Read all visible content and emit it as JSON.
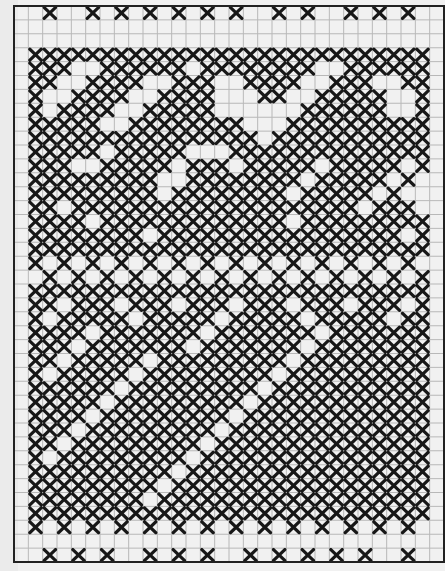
{
  "pattern": {
    "kind": "cross-stitch chart",
    "colors": {
      "paper": "#f1f1f1",
      "grid": "#b8b8b8",
      "stitch": "#171717"
    },
    "stitch_symbol": "cross-stitch-x",
    "grid": {
      "columns": 30,
      "rows": 40
    },
    "border_rows": [
      {
        "row": 0,
        "stitched_columns": [
          2,
          5,
          7,
          9,
          11,
          13,
          15,
          18,
          20,
          23,
          25,
          27
        ]
      },
      {
        "row": 39,
        "stitched_columns": [
          2,
          4,
          6,
          9,
          11,
          13,
          16,
          18,
          20,
          22,
          24,
          27
        ]
      }
    ],
    "motif_rows": [
      {
        "row": 3,
        "stitched_columns": [
          1,
          2,
          3,
          4,
          5,
          6,
          7,
          8,
          9,
          10,
          11,
          12,
          13,
          14,
          15,
          16,
          17,
          18,
          19,
          20,
          21,
          22,
          23,
          24,
          25,
          26,
          27,
          28
        ]
      },
      {
        "row": 4,
        "stitched_columns": [
          1,
          2,
          3,
          6,
          7,
          8,
          9,
          10,
          11,
          13,
          14,
          15,
          16,
          17,
          18,
          19,
          20,
          23,
          24,
          25,
          26,
          27,
          28
        ]
      },
      {
        "row": 5,
        "stitched_columns": [
          1,
          2,
          5,
          6,
          7,
          8,
          11,
          12,
          13,
          16,
          17,
          18,
          19,
          22,
          23,
          24,
          27,
          28
        ]
      },
      {
        "row": 6,
        "stitched_columns": [
          1,
          4,
          5,
          6,
          7,
          10,
          11,
          12,
          13,
          17,
          18,
          21,
          22,
          23,
          24,
          25,
          28
        ]
      },
      {
        "row": 7,
        "stitched_columns": [
          1,
          3,
          4,
          5,
          6,
          9,
          10,
          11,
          12,
          13,
          20,
          21,
          22,
          23,
          24,
          25,
          28
        ]
      },
      {
        "row": 8,
        "stitched_columns": [
          1,
          2,
          3,
          4,
          5,
          8,
          9,
          10,
          11,
          12,
          13,
          14,
          15,
          19,
          20,
          21,
          22,
          23,
          24,
          25,
          26,
          27,
          28
        ]
      },
      {
        "row": 9,
        "stitched_columns": [
          1,
          2,
          3,
          4,
          5,
          6,
          7,
          8,
          9,
          10,
          11,
          12,
          13,
          14,
          15,
          16,
          18,
          19,
          20,
          21,
          22,
          23,
          24,
          25,
          26,
          27,
          28
        ]
      },
      {
        "row": 10,
        "stitched_columns": [
          1,
          2,
          3,
          4,
          5,
          7,
          8,
          9,
          10,
          11,
          15,
          16,
          17,
          18,
          19,
          20,
          21,
          22,
          23,
          24,
          25,
          26,
          27,
          28
        ]
      },
      {
        "row": 11,
        "stitched_columns": [
          1,
          2,
          3,
          6,
          7,
          8,
          9,
          10,
          12,
          13,
          14,
          16,
          17,
          18,
          19,
          20,
          22,
          23,
          24,
          25,
          26,
          28
        ]
      },
      {
        "row": 12,
        "stitched_columns": [
          1,
          2,
          3,
          4,
          5,
          6,
          7,
          8,
          9,
          12,
          13,
          14,
          15,
          16,
          17,
          18,
          19,
          21,
          22,
          23,
          24,
          25,
          27
        ]
      },
      {
        "row": 13,
        "stitched_columns": [
          1,
          2,
          3,
          4,
          5,
          6,
          7,
          8,
          9,
          11,
          12,
          13,
          14,
          15,
          16,
          17,
          18,
          20,
          21,
          22,
          23,
          24,
          26
        ]
      },
      {
        "row": 14,
        "stitched_columns": [
          1,
          2,
          4,
          5,
          6,
          7,
          8,
          9,
          10,
          11,
          12,
          13,
          14,
          15,
          16,
          17,
          18,
          19,
          20,
          21,
          22,
          23,
          25,
          26,
          27
        ]
      },
      {
        "row": 15,
        "stitched_columns": [
          1,
          2,
          3,
          4,
          6,
          7,
          8,
          9,
          10,
          11,
          12,
          13,
          14,
          15,
          16,
          17,
          18,
          20,
          21,
          22,
          23,
          24,
          25,
          26,
          27,
          28
        ]
      },
      {
        "row": 16,
        "stitched_columns": [
          1,
          2,
          3,
          4,
          5,
          6,
          7,
          8,
          10,
          11,
          12,
          13,
          14,
          15,
          16,
          17,
          18,
          19,
          20,
          21,
          22,
          23,
          24,
          25,
          26,
          28
        ]
      },
      {
        "row": 17,
        "stitched_columns": [
          1,
          2,
          3,
          4,
          5,
          6,
          7,
          8,
          9,
          10,
          11,
          12,
          13,
          14,
          15,
          16,
          17,
          18,
          19,
          20,
          21,
          22,
          23,
          24,
          25,
          26,
          27,
          28
        ]
      },
      {
        "row": 18,
        "stitched_columns": [
          1,
          3,
          5,
          7,
          9,
          11,
          13,
          15,
          17,
          19,
          21,
          23,
          25,
          27
        ]
      },
      {
        "row": 19,
        "stitched_columns": [
          2,
          4,
          6,
          8,
          10,
          12,
          14,
          16,
          18,
          20,
          22,
          24,
          26,
          28
        ]
      },
      {
        "row": 20,
        "stitched_columns": [
          1,
          2,
          3,
          4,
          5,
          6,
          7,
          8,
          9,
          10,
          11,
          12,
          13,
          14,
          15,
          16,
          17,
          18,
          19,
          20,
          21,
          22,
          23,
          24,
          25,
          26,
          27,
          28
        ]
      },
      {
        "row": 21,
        "stitched_columns": [
          1,
          2,
          4,
          5,
          6,
          8,
          9,
          10,
          12,
          13,
          14,
          16,
          17,
          18,
          20,
          21,
          22,
          24,
          25,
          26,
          28
        ]
      },
      {
        "row": 22,
        "stitched_columns": [
          1,
          3,
          4,
          5,
          6,
          7,
          9,
          10,
          11,
          12,
          13,
          15,
          16,
          17,
          18,
          19,
          21,
          22,
          23,
          24,
          25,
          27,
          28
        ]
      },
      {
        "row": 23,
        "stitched_columns": [
          1,
          2,
          3,
          4,
          6,
          7,
          8,
          9,
          10,
          11,
          12,
          14,
          15,
          16,
          17,
          18,
          19,
          20,
          22,
          23,
          24,
          25,
          26,
          27,
          28
        ]
      },
      {
        "row": 24,
        "stitched_columns": [
          1,
          2,
          3,
          5,
          6,
          7,
          8,
          9,
          10,
          11,
          13,
          14,
          15,
          16,
          17,
          18,
          19,
          21,
          22,
          23,
          24,
          25,
          26,
          27,
          28
        ]
      },
      {
        "row": 25,
        "stitched_columns": [
          1,
          2,
          4,
          5,
          6,
          7,
          8,
          10,
          11,
          12,
          13,
          14,
          15,
          16,
          17,
          18,
          20,
          21,
          22,
          23,
          24,
          25,
          26,
          27,
          28
        ]
      },
      {
        "row": 26,
        "stitched_columns": [
          1,
          3,
          4,
          5,
          6,
          7,
          9,
          10,
          11,
          12,
          13,
          14,
          15,
          16,
          17,
          19,
          20,
          21,
          22,
          23,
          24,
          25,
          26,
          27,
          28
        ]
      },
      {
        "row": 27,
        "stitched_columns": [
          1,
          2,
          3,
          4,
          5,
          6,
          8,
          9,
          10,
          11,
          12,
          13,
          14,
          15,
          16,
          18,
          19,
          20,
          21,
          22,
          23,
          24,
          25,
          26,
          27,
          28
        ]
      },
      {
        "row": 28,
        "stitched_columns": [
          1,
          2,
          3,
          4,
          5,
          7,
          8,
          9,
          10,
          11,
          12,
          13,
          14,
          15,
          17,
          18,
          19,
          20,
          21,
          22,
          23,
          24,
          25,
          26,
          27,
          28
        ]
      },
      {
        "row": 29,
        "stitched_columns": [
          1,
          2,
          3,
          4,
          6,
          7,
          8,
          9,
          10,
          11,
          12,
          13,
          14,
          16,
          17,
          18,
          19,
          20,
          21,
          22,
          23,
          24,
          25,
          26,
          27,
          28
        ]
      },
      {
        "row": 30,
        "stitched_columns": [
          1,
          2,
          3,
          5,
          6,
          7,
          8,
          9,
          10,
          11,
          12,
          13,
          15,
          16,
          17,
          18,
          19,
          20,
          21,
          22,
          23,
          24,
          25,
          26,
          27,
          28
        ]
      },
      {
        "row": 31,
        "stitched_columns": [
          1,
          2,
          4,
          5,
          6,
          7,
          8,
          9,
          10,
          11,
          12,
          14,
          15,
          16,
          17,
          18,
          19,
          20,
          21,
          22,
          23,
          24,
          25,
          26,
          27,
          28
        ]
      },
      {
        "row": 32,
        "stitched_columns": [
          1,
          3,
          4,
          5,
          6,
          7,
          8,
          9,
          10,
          11,
          13,
          14,
          15,
          16,
          17,
          18,
          19,
          20,
          21,
          22,
          23,
          24,
          25,
          26,
          27,
          28
        ]
      },
      {
        "row": 33,
        "stitched_columns": [
          1,
          2,
          3,
          4,
          5,
          6,
          7,
          8,
          9,
          10,
          12,
          13,
          14,
          15,
          16,
          17,
          18,
          19,
          20,
          21,
          22,
          23,
          24,
          25,
          26,
          27,
          28
        ]
      },
      {
        "row": 34,
        "stitched_columns": [
          1,
          2,
          3,
          4,
          5,
          6,
          7,
          8,
          9,
          11,
          12,
          13,
          14,
          15,
          16,
          17,
          18,
          19,
          20,
          21,
          22,
          23,
          24,
          25,
          26,
          27,
          28
        ]
      },
      {
        "row": 35,
        "stitched_columns": [
          1,
          2,
          3,
          4,
          5,
          6,
          7,
          8,
          10,
          11,
          12,
          13,
          14,
          15,
          16,
          17,
          18,
          19,
          20,
          21,
          22,
          23,
          24,
          25,
          26,
          27,
          28
        ]
      },
      {
        "row": 36,
        "stitched_columns": [
          1,
          2,
          3,
          4,
          5,
          6,
          7,
          8,
          9,
          10,
          11,
          12,
          13,
          14,
          15,
          16,
          17,
          18,
          19,
          20,
          21,
          22,
          23,
          24,
          25,
          26,
          27,
          28
        ]
      },
      {
        "row": 37,
        "stitched_columns": [
          1,
          3,
          5,
          7,
          9,
          11,
          13,
          15,
          17,
          19,
          21,
          23,
          25,
          27
        ]
      }
    ]
  }
}
